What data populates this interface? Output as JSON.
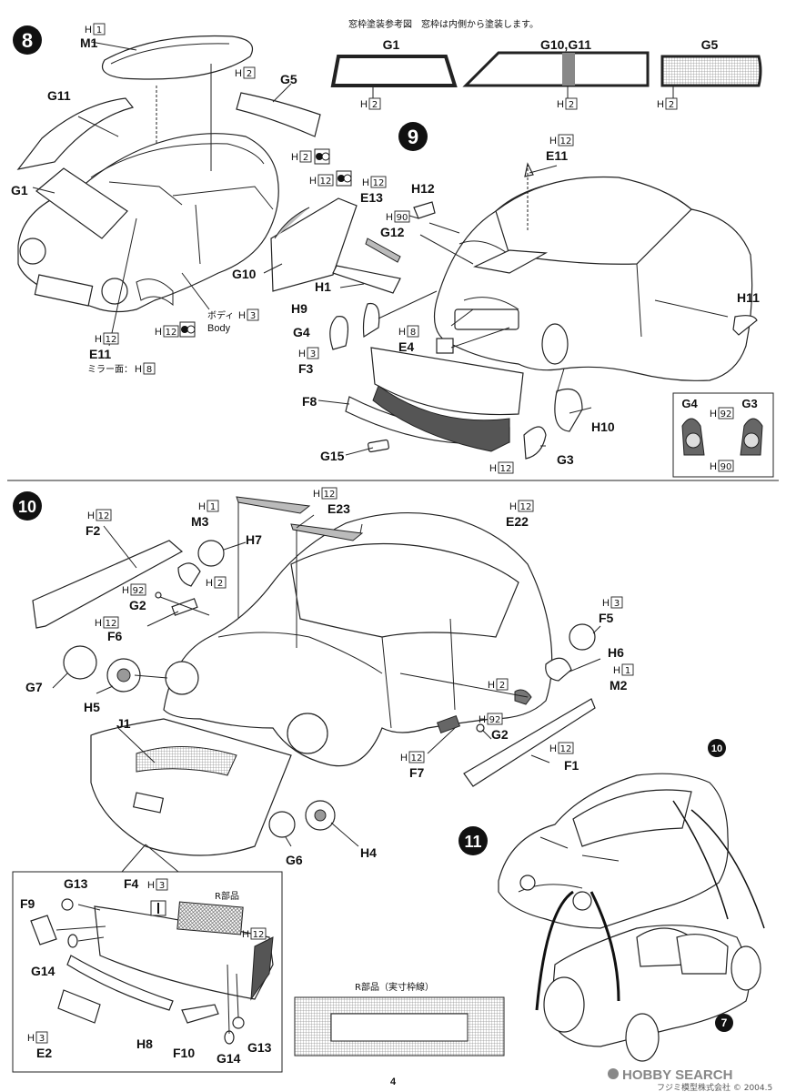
{
  "page_number": "4",
  "watermark": "HOBBY SEARCH",
  "copyright": "フジミ模型株式会社 © 2004.5",
  "steps": {
    "s8": "8",
    "s9": "9",
    "s10": "10",
    "s11": "11",
    "ref10": "10",
    "ref7": "7"
  },
  "window_ref": {
    "title": "窓枠塗装参考図　窓枠は内側から塗装します。",
    "g1": "G1",
    "g10g11": "G10,G11",
    "g5": "G5",
    "color_h2": "2"
  },
  "step8": {
    "m1": "M1",
    "g11": "G11",
    "g5": "G5",
    "g1": "G1",
    "g10": "G10",
    "e11": "E11",
    "h1": "1",
    "h2a": "2",
    "h2b": "2",
    "h12a": "12",
    "h12b": "12",
    "h12c": "12",
    "h3": "3",
    "h8": "8",
    "body_jp": "ボディ",
    "body_en": "Body",
    "mirror": "ミラー面："
  },
  "step9": {
    "e11": "E11",
    "e13": "E13",
    "h12": "H12",
    "g12": "G12",
    "h1": "H1",
    "h9": "H9",
    "g4": "G4",
    "e4": "E4",
    "f3": "F3",
    "f8": "F8",
    "g15": "G15",
    "h10": "H10",
    "g3": "G3",
    "h11": "H11",
    "c12a": "12",
    "c12b": "12",
    "c90": "90",
    "c8": "8",
    "c3": "3",
    "c12c": "12",
    "inset_g4": "G4",
    "inset_g3": "G3",
    "inset_92": "92",
    "inset_90": "90"
  },
  "step10": {
    "f2": "F2",
    "m3": "M3",
    "h7": "H7",
    "e23": "E23",
    "e22": "E22",
    "g2a": "G2",
    "f6": "F6",
    "f5": "F5",
    "h6": "H6",
    "m2": "M2",
    "g7": "G7",
    "h5": "H5",
    "j1": "J1",
    "g2b": "G2",
    "f7": "F7",
    "f1": "F1",
    "g6": "G6",
    "h4": "H4",
    "c12a": "12",
    "c1a": "1",
    "c2a": "2",
    "c92a": "92",
    "c12b": "12",
    "c12c": "12",
    "c12d": "12",
    "c3": "3",
    "c1b": "1",
    "c2b": "2",
    "c92b": "92",
    "c12e": "12",
    "c12f": "12"
  },
  "step10_inset": {
    "g13a": "G13",
    "f4": "F4",
    "h3": "3",
    "f9": "F9",
    "r_parts": "R部品",
    "h12": "12",
    "g14a": "G14",
    "h8": "H8",
    "e2": "E2",
    "h3b": "3",
    "f10": "F10",
    "g14b": "G14",
    "g13b": "G13"
  },
  "r_part_caption": "R部品（実寸枠線）"
}
